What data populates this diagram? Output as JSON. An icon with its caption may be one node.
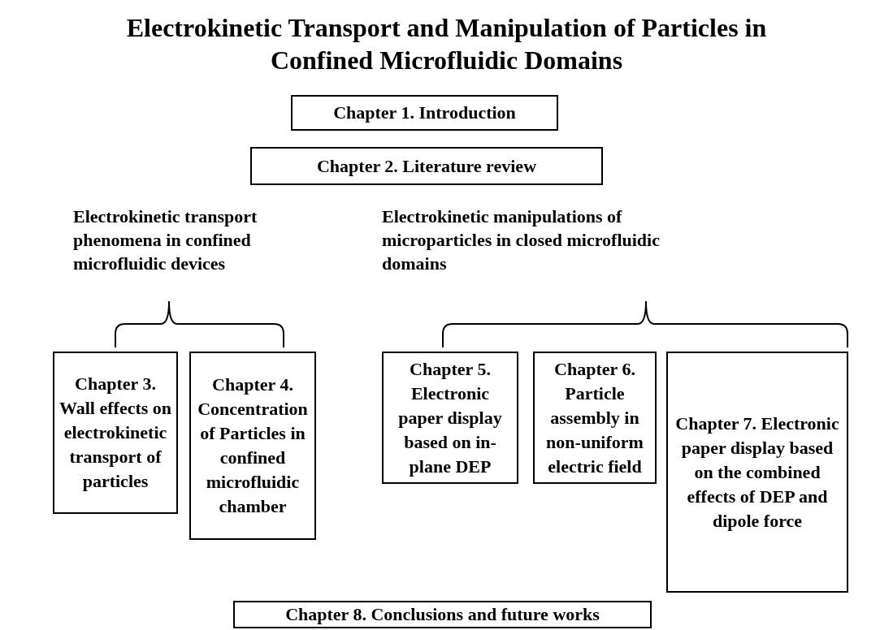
{
  "diagram": {
    "title": "Electrokinetic Transport and Manipulation of Particles in Confined Microfluidic Domains",
    "nodes": [
      {
        "text": [
          "Chapter 1. Introduction"
        ]
      },
      {
        "text": [
          "Chapter 2. Literature review"
        ]
      },
      {
        "text": [
          "Chapter 3. Wall effects on electrokinetic transport of particles"
        ]
      },
      {
        "text": [
          "Chapter 4. Concentration of Particles in confined microfluidic chamber"
        ]
      },
      {
        "text": [
          "Chapter 5. Electronic paper display based on in-plane DEP"
        ]
      },
      {
        "text": [
          "Chapter 6. Particle assembly in non-uniform electric field"
        ]
      },
      {
        "text": [
          "Chapter 7. Electronic paper display based on the combined effects of DEP and dipole force"
        ]
      },
      {
        "text": [
          "Chapter 8. Conclusions and future works"
        ]
      }
    ],
    "edges": [],
    "labels": [
      "Electrokinetic transport phenomena in confined microfluidic devices",
      "Electrokinetic manipulations of microparticles in closed microfluidic domains"
    ]
  }
}
